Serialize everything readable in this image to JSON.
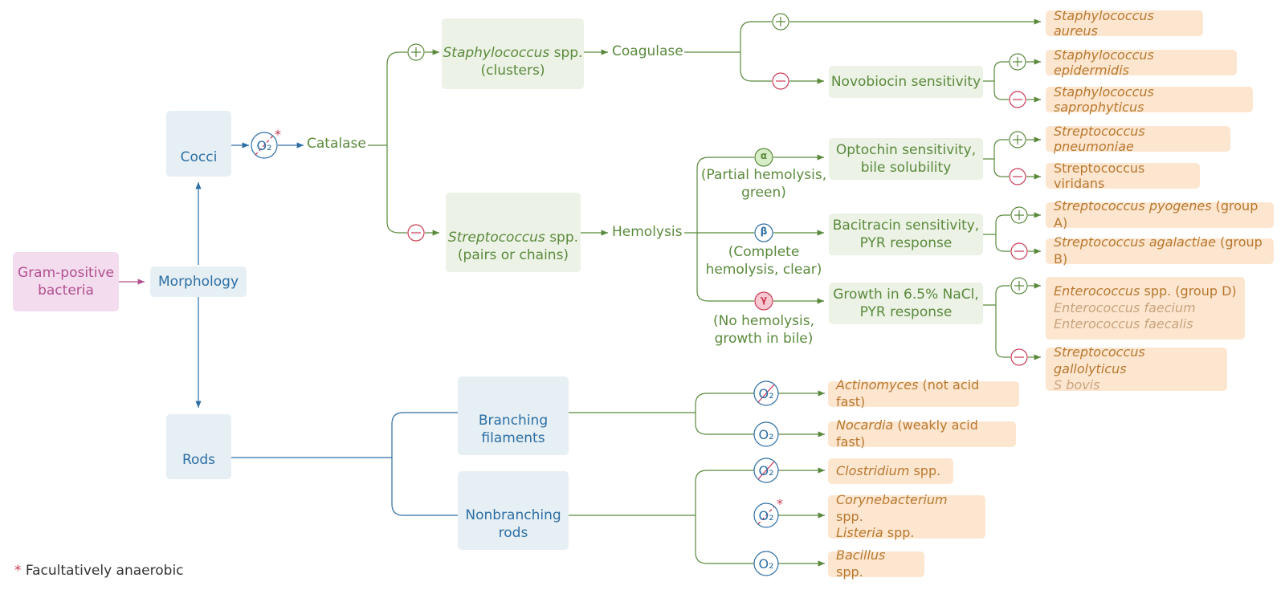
{
  "root": {
    "line1": "Gram-positive",
    "line2": "bacteria"
  },
  "morphology": "Morphology",
  "cocci": "Cocci",
  "rods": "Rods",
  "catalase": "Catalase",
  "staphylococcus": {
    "genus": "Staphylococcus",
    "suffix": " spp.",
    "line2": "(clusters)"
  },
  "streptococcus": {
    "genus": "Streptococcus",
    "suffix": " spp.",
    "line2": "(pairs or chains)"
  },
  "coagulase": "Coagulase",
  "novobiocin": "Novobiocin sensitivity",
  "hemolysis": "Hemolysis",
  "alpha": {
    "symbol": "α",
    "line1": "(Partial hemolysis,",
    "line2": "green)"
  },
  "beta": {
    "symbol": "β",
    "line1": "(Complete",
    "line2": "hemolysis, clear)"
  },
  "gamma": {
    "symbol": "γ",
    "line1": "(No hemolysis,",
    "line2": "growth in bile)"
  },
  "optochin": {
    "line1": "Optochin sensitivity,",
    "line2": "bile solubility"
  },
  "bacitracin": {
    "line1": "Bacitracin sensitivity,",
    "line2": "PYR response"
  },
  "nacl": {
    "line1": "Growth in 6.5% NaCl,",
    "line2": "PYR response"
  },
  "results": {
    "s_aureus": "Staphylococcus aureus",
    "s_epidermidis": "Staphylococcus epidermidis",
    "s_saprophyticus": "Staphylococcus saprophyticus",
    "s_pneumoniae": "Streptococcus pneumoniae",
    "s_viridans": "Streptococcus viridans",
    "s_pyogenes": {
      "name": "Streptococcus pyogenes",
      "note": " (group A)"
    },
    "s_agalactiae": {
      "name": "Streptococcus agalactiae",
      "note": " (group B)"
    },
    "enterococcus": {
      "name": "Enterococcus",
      "note": " spp. (group D)",
      "sub1": "Enterococcus faecium",
      "sub2": "Enterococcus faecalis"
    },
    "s_gallolyticus": {
      "name": "Streptococcus gallolyticus",
      "sub": "S bovis"
    },
    "actinomyces": {
      "name": "Actinomyces",
      "note": " (not acid fast)"
    },
    "nocardia": {
      "name": "Nocardia",
      "note": " (weakly acid fast)"
    },
    "clostridium": {
      "name": "Clostridium",
      "note": " spp."
    },
    "corynebacterium": {
      "name": "Corynebacterium",
      "note": " spp."
    },
    "listeria": {
      "name": "Listeria",
      "note": " spp."
    },
    "bacillus": {
      "name": "Bacillus",
      "note": " spp."
    }
  },
  "branching": {
    "line1": "Branching",
    "line2": "filaments"
  },
  "nonbranching": {
    "line1": "Nonbranching",
    "line2": "rods"
  },
  "o2_symbol": "O₂",
  "asterisk": "*",
  "footnote": {
    "star": "*",
    "text": " Facultatively anaerobic"
  },
  "colors": {
    "blue": "#2c6ea5",
    "green": "#5a8a3c",
    "pink": "#b1508f",
    "red": "#c93a55",
    "orange": "#b8782e"
  },
  "icons": [
    "cocci-icon",
    "rod-icon",
    "staphylococcus-clusters-icon",
    "streptococcus-chains-icon",
    "branching-filaments-icon",
    "nonbranching-rods-icon",
    "anaerobic-icon",
    "aerobic-icon",
    "positive-icon",
    "negative-icon"
  ]
}
